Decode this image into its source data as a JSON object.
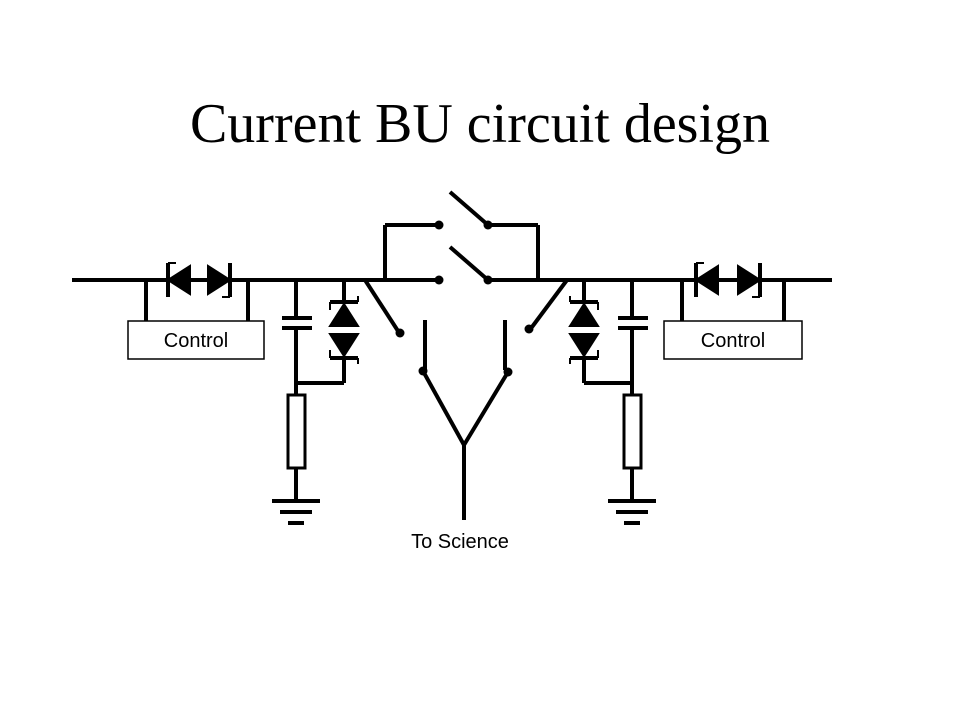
{
  "title": "Current BU circuit design",
  "left_control": {
    "label": "Control"
  },
  "right_control": {
    "label": "Control"
  },
  "output": {
    "label": "To Science"
  },
  "colors": {
    "line": "#000000",
    "background": "#ffffff",
    "box_fill": "#ffffff"
  }
}
